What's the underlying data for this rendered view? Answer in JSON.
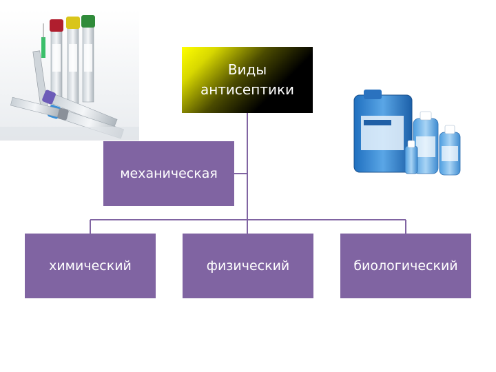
{
  "diagram": {
    "title": "Виды\nантисептики",
    "nodes": {
      "mechanical": "механическая",
      "chemical": "химический",
      "physical": "физический",
      "biological": "биологический"
    }
  },
  "colors": {
    "node_fill": "#8064a2",
    "title_gradient_start": "#ffff00",
    "title_gradient_end": "#000000",
    "node_text": "#ffffff"
  },
  "images": {
    "left": "test-tubes-photo",
    "right": "antiseptic-bottles-photo"
  }
}
